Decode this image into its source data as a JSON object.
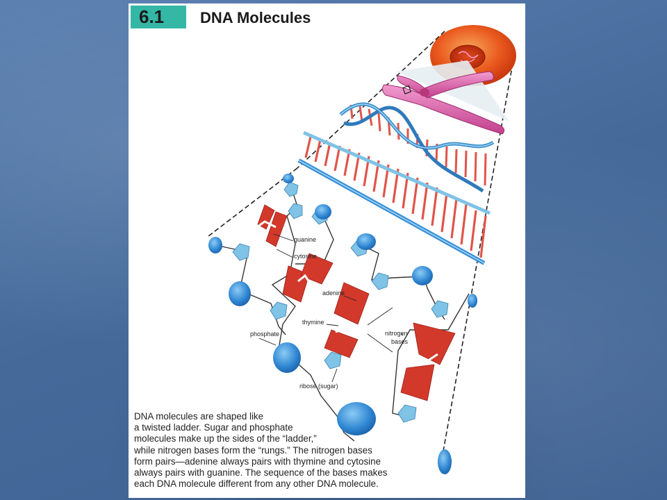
{
  "header": {
    "section_number": "6.1",
    "title": "DNA Molecules"
  },
  "labels": {
    "guanine": "guanine",
    "cytosine": "cytosine",
    "adenine": "adenine",
    "thymine": "thymine",
    "phosphate": "phosphate",
    "ribose": "ribose (sugar)",
    "nitrogen": "nitrogen",
    "bases": "bases"
  },
  "caption": {
    "lines": [
      "DNA molecules are shaped like",
      "a twisted ladder. Sugar and phosphate",
      "molecules make up the sides of the “ladder,”",
      "while nitrogen bases form the “rungs.” The nitrogen bases",
      "form pairs—adenine always pairs with thymine and cytosine",
      "always pairs with guanine. The sequence of the bases makes",
      "each DNA molecule different from any other DNA molecule."
    ]
  },
  "colors": {
    "background": "#4a6e9e",
    "badge": "#35b7a6",
    "base_red": "#d2392b",
    "sugar_blue": "#7fc3e6",
    "phosphate_blue": "#3a8fd6",
    "chromosome_pink": "#d95aa8",
    "cell_orange": "#e85a1e"
  }
}
